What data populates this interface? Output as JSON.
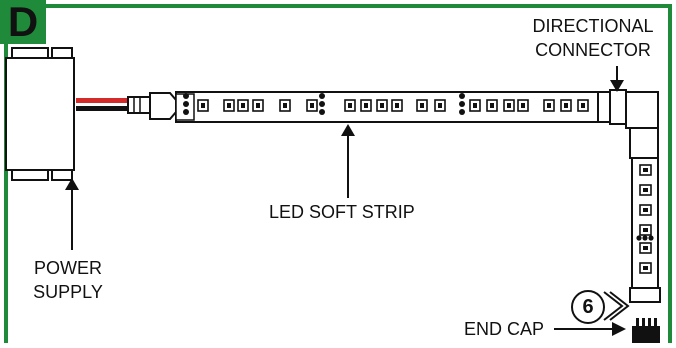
{
  "panel": {
    "letter": "D",
    "border_color": "#1f8a3a"
  },
  "labels": {
    "directional_connector": "DIRECTIONAL CONNECTOR",
    "directional_connector_line1": "DIRECTIONAL",
    "directional_connector_line2": "CONNECTOR",
    "led_soft_strip": "LED SOFT STRIP",
    "power_supply_line1": "POWER",
    "power_supply_line2": "SUPPLY",
    "end_cap": "END CAP"
  },
  "step_badge": "6",
  "wire_colors": {
    "positive": "#d42a2a",
    "negative": "#111111"
  },
  "icons": [
    "arrow-down-icon",
    "arrow-up-icon",
    "arrow-right-icon",
    "chevron-right-icon"
  ]
}
